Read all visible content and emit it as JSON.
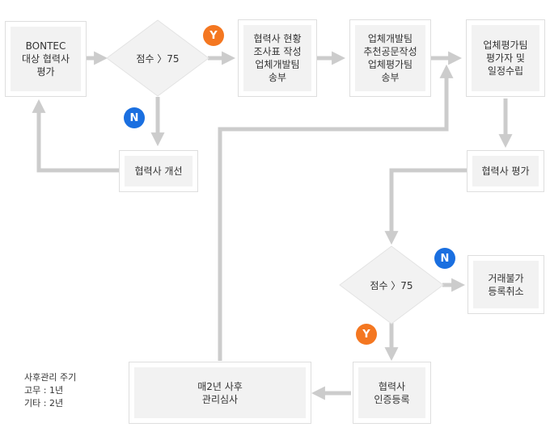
{
  "nodes": {
    "bontec": "BONTEC\n대상 협력사\n평가",
    "score1": "점수 〉75",
    "survey": "협력사 현황\n조사표 작성\n업체개발팀\n송부",
    "recommend": "업체개발팀\n추천공문작성\n업체평가팀\n송부",
    "plan": "업체평가팀\n평가자 및\n일정수립",
    "improve": "협력사 개선",
    "evaluate": "협력사 평가",
    "score2": "점수 〉75",
    "reject": "거래불가\n등록취소",
    "certify": "협력사\n인증등록",
    "review": "매2년 사후\n관리심사"
  },
  "badges": {
    "yes_1": "Y",
    "no_1": "N",
    "no_2": "N",
    "yes_2": "Y"
  },
  "note": {
    "title": "사후관리 주기",
    "line1": "고무 : 1년",
    "line2": "기타 : 2년"
  },
  "colors": {
    "arrow": "#cccccc",
    "yes_badge": "#f47721",
    "no_badge": "#1a6fe0",
    "box_fill": "#f2f2f2",
    "box_border": "#dedede"
  }
}
